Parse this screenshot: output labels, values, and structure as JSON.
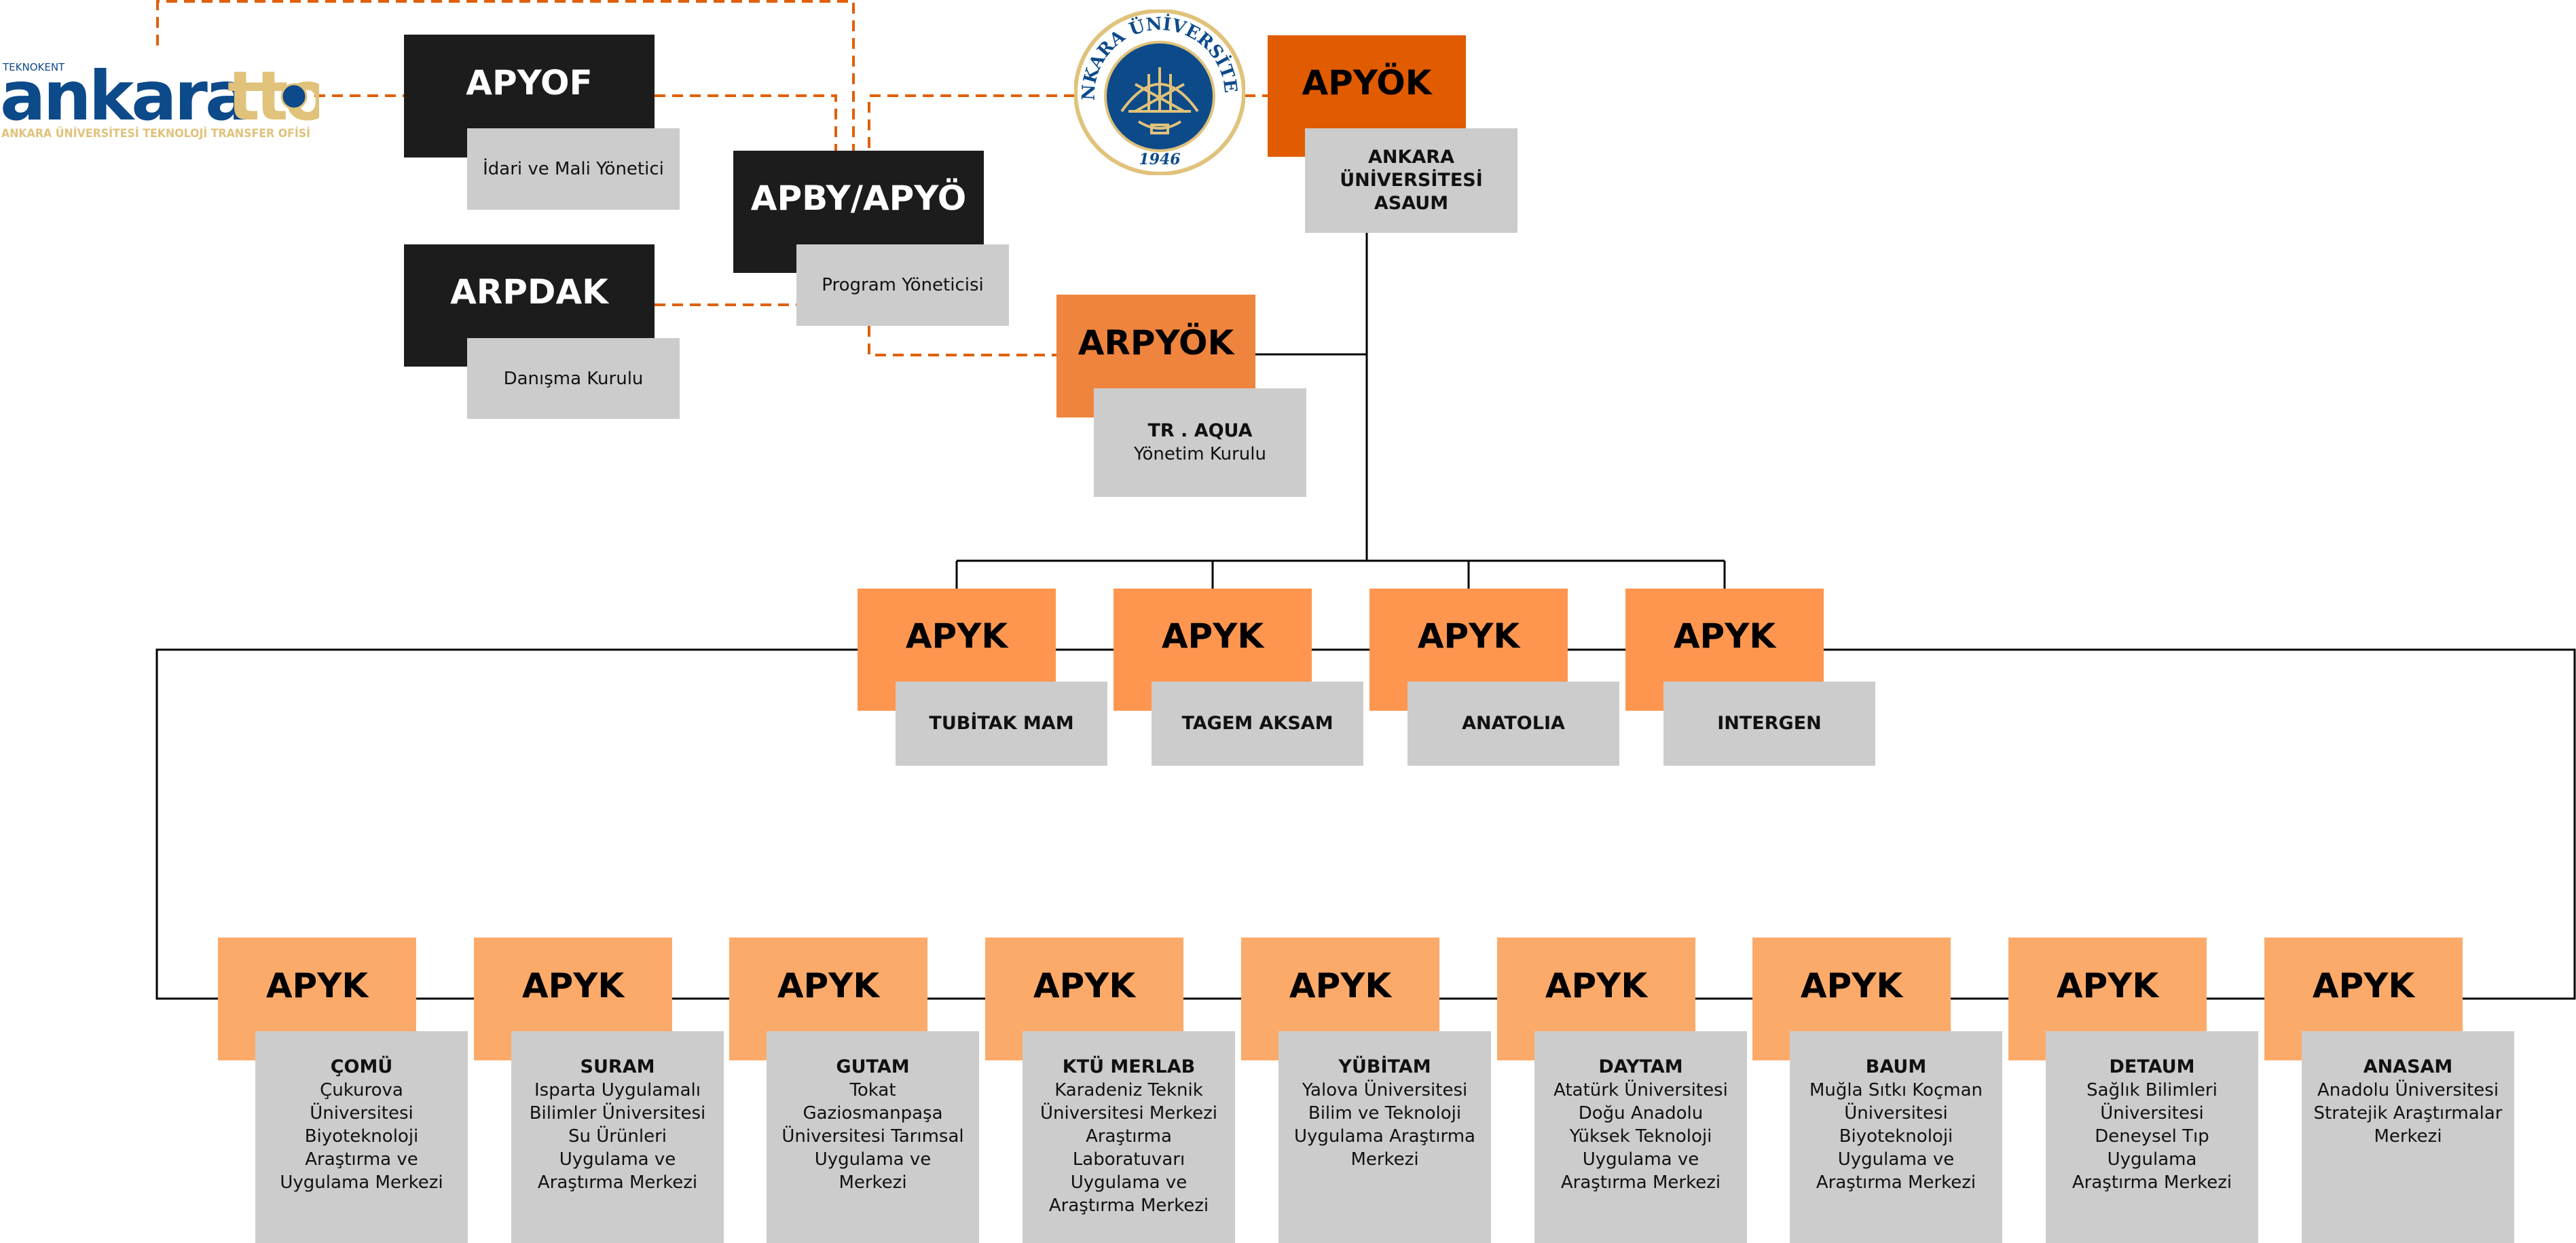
{
  "logo": {
    "top_text": "TEKNOKENT",
    "wordmark": "ankara",
    "wordmark_accent": "tto",
    "subtitle": "ANKARA ÜNİVERSİTESİ TEKNOLOJİ TRANSFER OFİSİ"
  },
  "seal": {
    "ring_text": "ANKARA ÜNİVERSİTESİ",
    "year": "1946"
  },
  "colors": {
    "dark": "#1c1c1c",
    "apyok": "#e15b00",
    "arpyok": "#ef843e",
    "apyk_mid": "#ff964f",
    "apyk_bottom": "#fcaa6a",
    "gray": "#cccccc",
    "dashed_line": "#e0600a",
    "solid_line": "#000000"
  },
  "top_nodes": {
    "apyof": {
      "title": "APYOF",
      "subtitle": "İdari ve Mali Yönetici"
    },
    "arpdak": {
      "title": "ARPDAK",
      "subtitle": "Danışma Kurulu"
    },
    "apby": {
      "title": "APBY/APYÖ",
      "subtitle": "Program Yöneticisi"
    },
    "apyok": {
      "title": "APYÖK",
      "subtitle": "ANKARA ÜNİVERSİTESİ ASAUM"
    },
    "arpyok": {
      "title": "ARPYÖK",
      "subtitle_title": "TR . AQUA",
      "subtitle": "Yönetim Kurulu"
    }
  },
  "middle_row": [
    {
      "title": "APYK",
      "name": "TUBİTAK MAM"
    },
    {
      "title": "APYK",
      "name": "TAGEM AKSAM"
    },
    {
      "title": "APYK",
      "name": "ANATOLIA"
    },
    {
      "title": "APYK",
      "name": "INTERGEN"
    }
  ],
  "bottom_row": [
    {
      "title": "APYK",
      "name": "ÇOMÜ",
      "lines": [
        "Çukurova",
        "Üniversitesi",
        "Biyoteknoloji",
        "Araştırma ve",
        "Uygulama Merkezi"
      ]
    },
    {
      "title": "APYK",
      "name": "SURAM",
      "lines": [
        "Isparta Uygulamalı",
        "Bilimler Üniversitesi",
        "Su Ürünleri",
        "Uygulama ve",
        "Araştırma Merkezi"
      ]
    },
    {
      "title": "APYK",
      "name": "GUTAM",
      "lines": [
        "Tokat",
        "Gaziosmanpaşa",
        "Üniversitesi Tarımsal",
        "Uygulama ve",
        "Merkezi"
      ]
    },
    {
      "title": "APYK",
      "name": "KTÜ MERLAB",
      "lines": [
        "Karadeniz Teknik",
        "Üniversitesi Merkezi",
        "Araştırma",
        "Laboratuvarı",
        "Uygulama ve",
        "Araştırma Merkezi"
      ]
    },
    {
      "title": "APYK",
      "name": "YÜBİTAM",
      "lines": [
        "Yalova Üniversitesi",
        "Bilim ve Teknoloji",
        "Uygulama Araştırma",
        "Merkezi"
      ]
    },
    {
      "title": "APYK",
      "name": "DAYTAM",
      "lines": [
        "Atatürk Üniversitesi",
        "Doğu Anadolu",
        "Yüksek Teknoloji",
        "Uygulama ve",
        "Araştırma Merkezi"
      ]
    },
    {
      "title": "APYK",
      "name": "BAUM",
      "lines": [
        "Muğla Sıtkı Koçman",
        "Üniversitesi",
        "Biyoteknoloji",
        "Uygulama ve",
        "Araştırma Merkezi"
      ]
    },
    {
      "title": "APYK",
      "name": "DETAUM",
      "lines": [
        "Sağlık Bilimleri",
        "Üniversitesi",
        "Deneysel Tıp",
        "Uygulama",
        "Araştırma Merkezi"
      ]
    },
    {
      "title": "APYK",
      "name": "ANASAM",
      "lines": [
        "Anadolu Üniversitesi",
        "Stratejik Araştırmalar",
        "Merkezi"
      ]
    }
  ]
}
